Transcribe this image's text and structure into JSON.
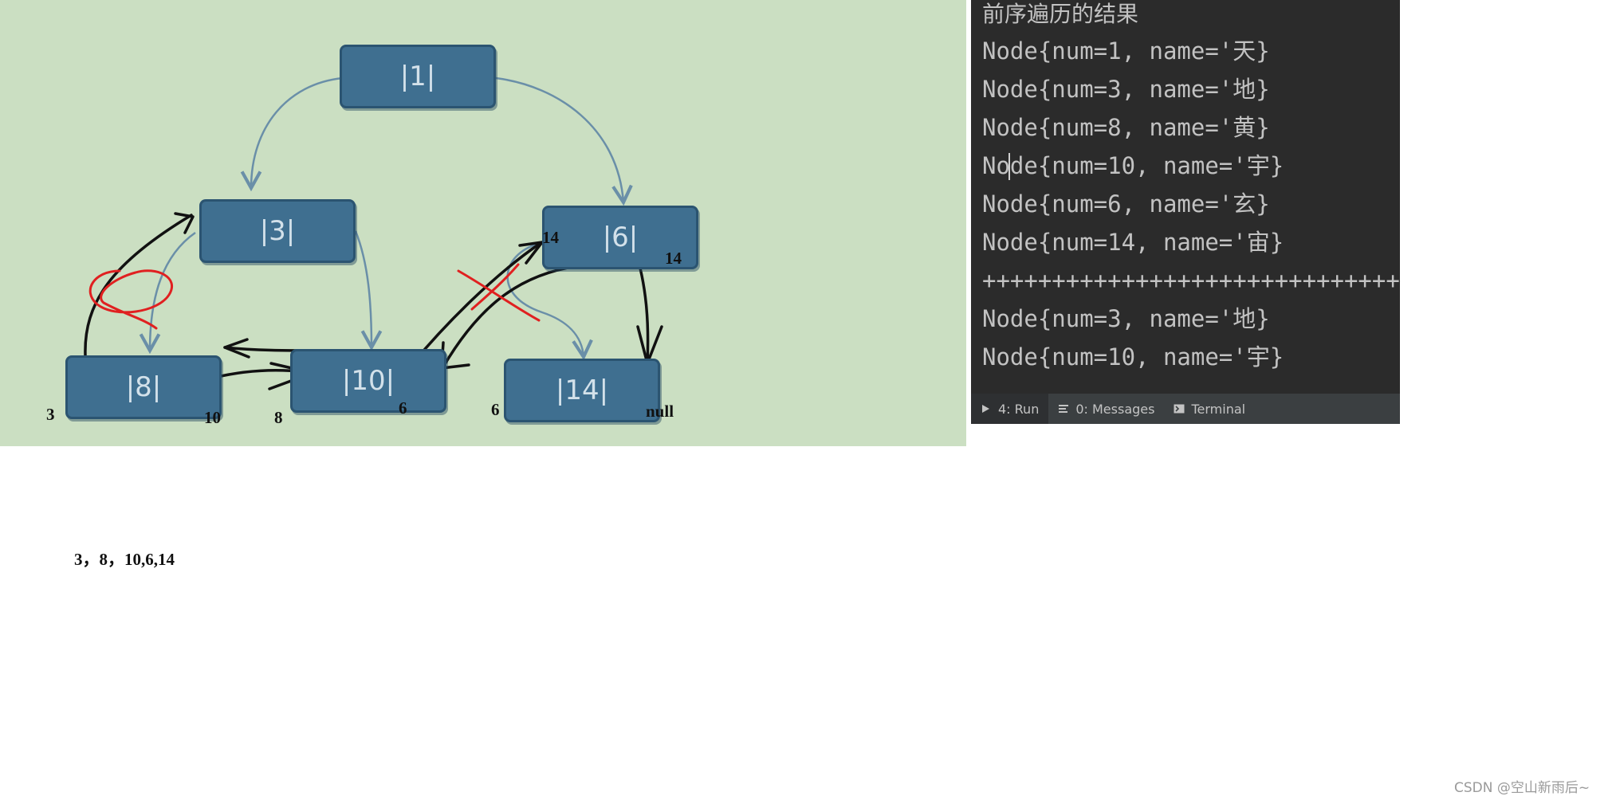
{
  "tree": {
    "nodes": [
      "|1|",
      "|3|",
      "|6|",
      "|8|",
      "|10|",
      "|14|"
    ],
    "annotations": [
      "14",
      "14",
      "3",
      "10",
      "8",
      "6",
      "6",
      "null"
    ]
  },
  "console": {
    "heading": "前序遍历的结果",
    "lines": [
      "Node{num=1, name='天}",
      "Node{num=3, name='地}",
      "Node{num=8, name='黄}",
      "Node{num=10, name='宇}",
      "Node{num=6, name='玄}",
      "Node{num=14, name='宙}",
      "++++++++++++++++++++++++++++++++",
      "Node{num=3, name='地}",
      "Node{num=10, name='宇}"
    ]
  },
  "tabs": [
    {
      "label": "4: Run",
      "icon": "run-icon"
    },
    {
      "label": "0: Messages",
      "icon": "messages-icon"
    },
    {
      "label": "Terminal",
      "icon": "terminal-icon"
    }
  ],
  "traversal_note": "3，8，10,6,14",
  "watermark": "CSDN @空山新雨后~",
  "colors": {
    "panel_bg": "#cbdfc2",
    "node_fill": "#3f6f90",
    "edge": "#6a8fa8",
    "ink_black": "#111111",
    "ink_red": "#e02020",
    "console_bg": "#2b2b2b"
  }
}
